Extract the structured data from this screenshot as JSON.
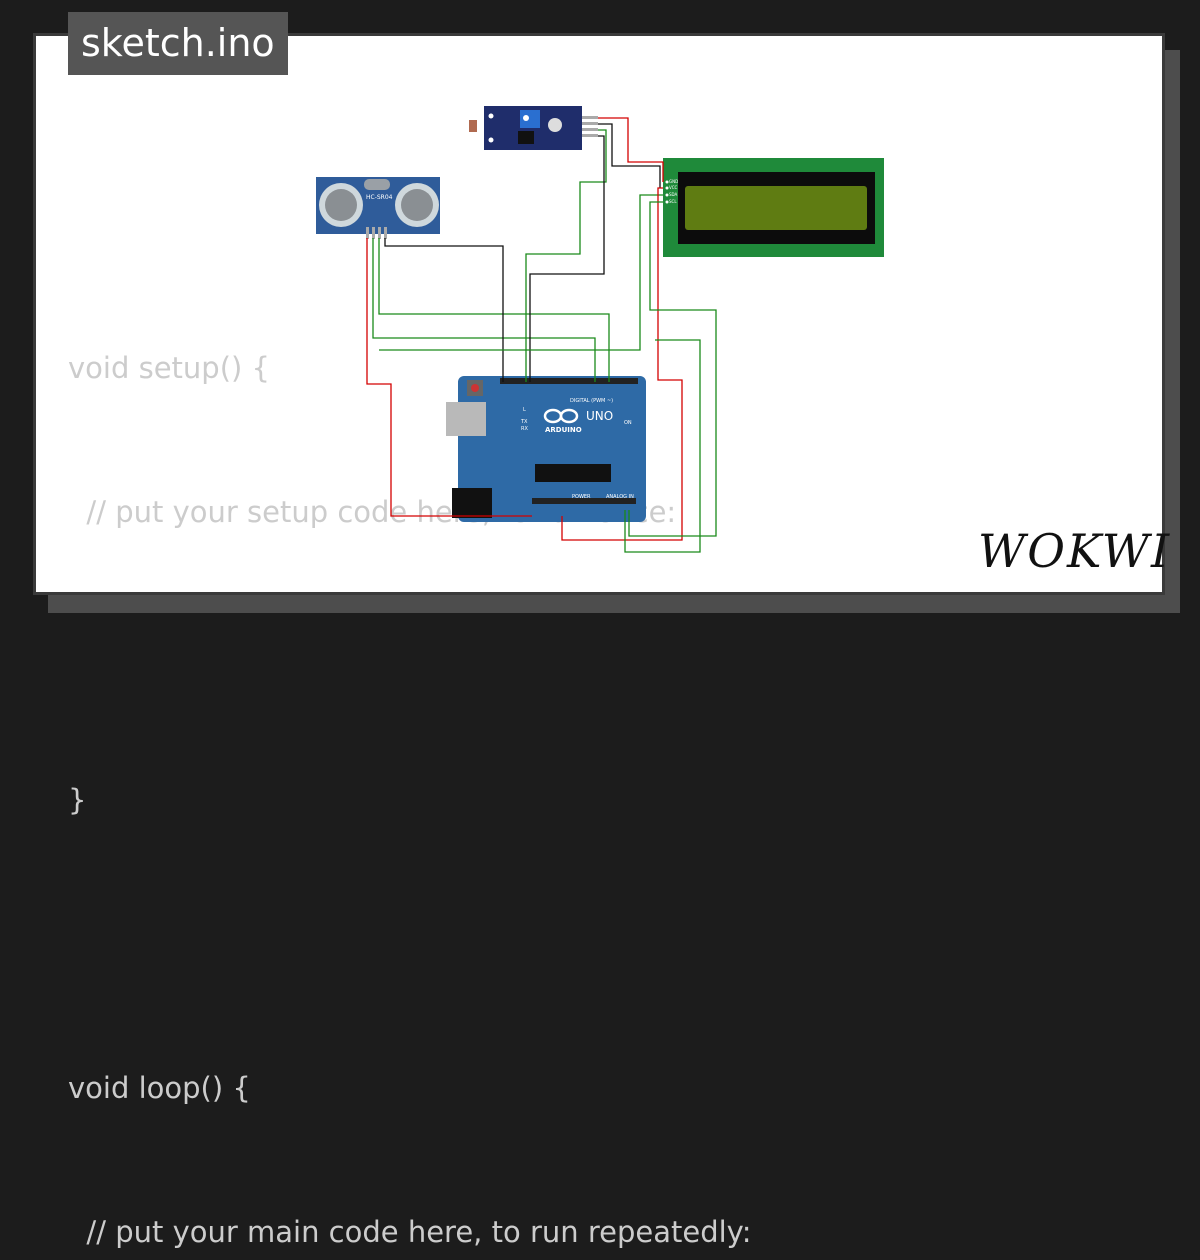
{
  "title": "sketch.ino",
  "code_lines": [
    "void setup() {",
    "  // put your setup code here, to run once:",
    "",
    "}",
    "",
    "void loop() {",
    "  // put your main code here, to run repeatedly:"
  ],
  "brand": "WOKWI",
  "sensor_label": "HC-SR04",
  "board_labels": {
    "uno": "UNO",
    "arduino": "ARDUINO",
    "digital": "DIGITAL (PWM ~)",
    "power": "POWER",
    "analog": "ANALOG IN",
    "on": "ON",
    "l": "L",
    "tx": "TX",
    "rx": "RX"
  },
  "lcd_pins": [
    "GND",
    "VCC",
    "SDA",
    "SCL"
  ],
  "colors": {
    "background": "#1c1c1c",
    "card": "#ffffff",
    "code_text": "#cccccc",
    "board": "#2e6aa6",
    "lcd_frame": "#1f8a3a",
    "lcd_screen": "#5f7c12",
    "wire_red": "#d40000",
    "wire_green": "#1a8a1a",
    "wire_black": "#111111"
  },
  "icons": [
    "arduino-infinity-icon",
    "reset-button-icon",
    "usb-port-icon",
    "power-jack-icon"
  ]
}
